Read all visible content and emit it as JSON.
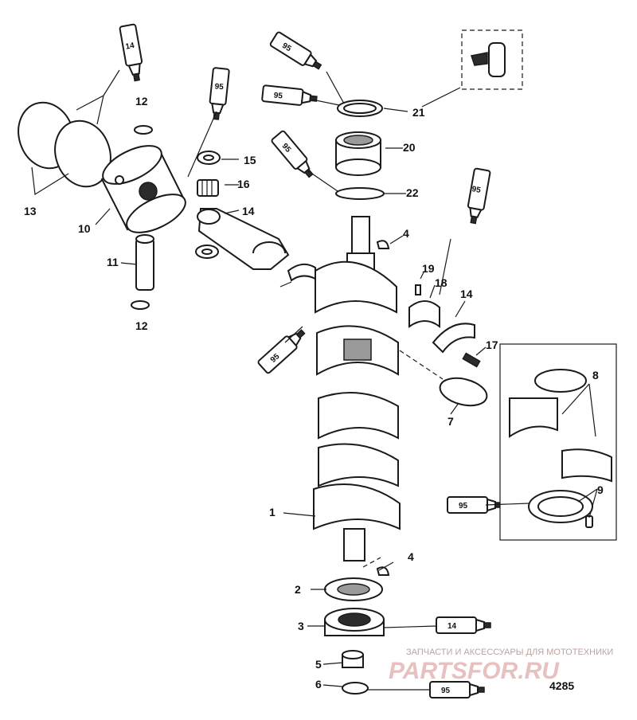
{
  "callouts": {
    "c1": "1",
    "c2": "2",
    "c3": "3",
    "c4a": "4",
    "c4b": "4",
    "c5": "5",
    "c6": "6",
    "c7": "7",
    "c8": "8",
    "c9": "9",
    "c10": "10",
    "c11": "11",
    "c12a": "12",
    "c12b": "12",
    "c13": "13",
    "c14a": "14",
    "c14b": "14",
    "c15": "15",
    "c16": "16",
    "c17": "17",
    "c18": "18",
    "c19": "19",
    "c20": "20",
    "c21": "21",
    "c22": "22"
  },
  "tubes": {
    "t1": "14",
    "t2": "95",
    "t3": "95",
    "t4": "95",
    "t5": "95",
    "t6": "95",
    "t7": "95",
    "t8": "95",
    "t9": "14",
    "t10": "95"
  },
  "watermark": {
    "tagline": "ЗАПЧАСТИ И АКСЕССУАРЫ ДЛЯ МОТОТЕХНИКИ",
    "logo": "PARTSFOR.RU"
  },
  "figure_number": "4285",
  "colors": {
    "ink": "#1a1a1a",
    "watermark": "#e8c0c0"
  }
}
